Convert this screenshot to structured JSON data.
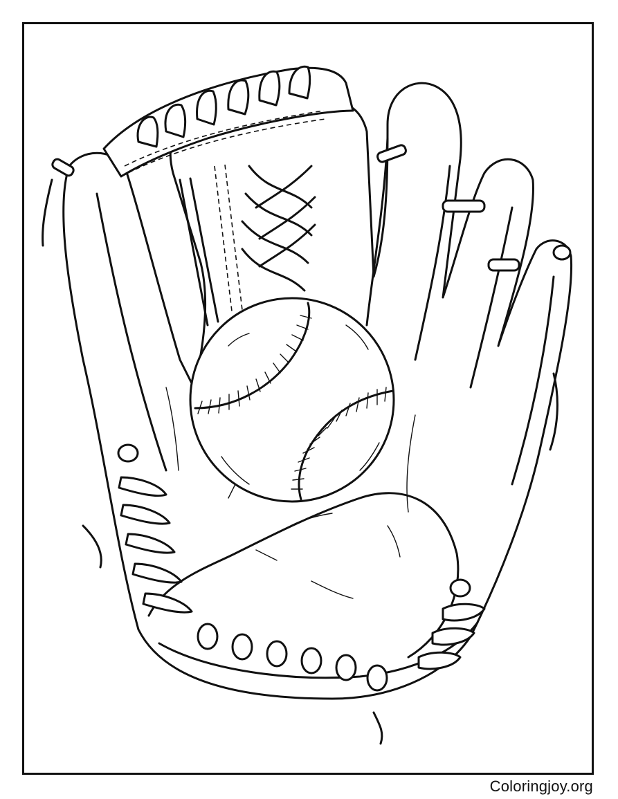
{
  "page": {
    "type": "coloring-page",
    "subject": "baseball glove with baseball",
    "credit": "Coloringjoy.org"
  },
  "colors": {
    "line": "#111111",
    "background": "#ffffff"
  }
}
